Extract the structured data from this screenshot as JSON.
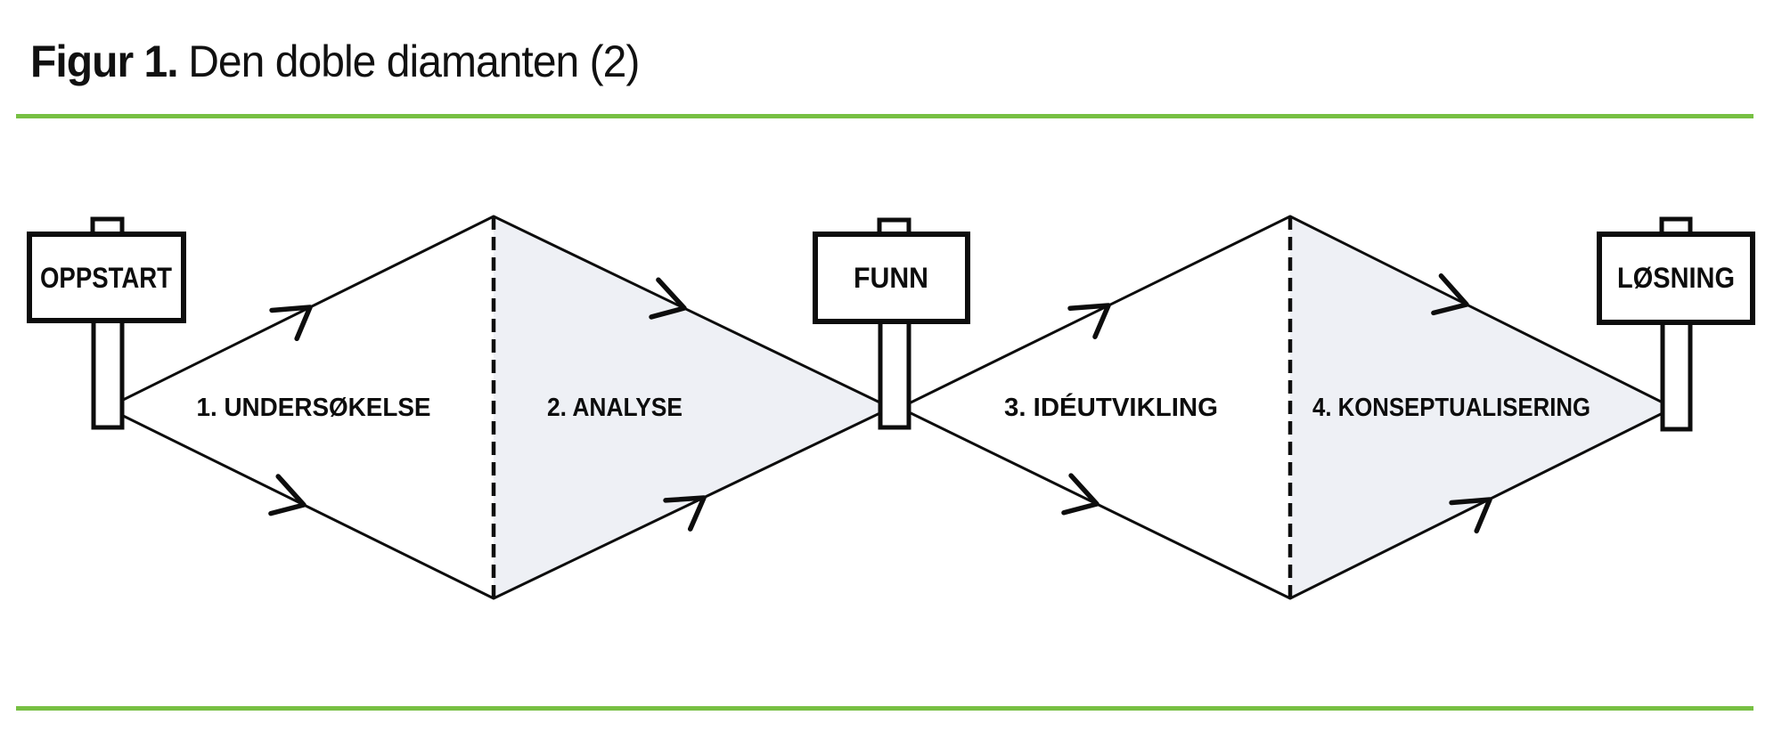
{
  "title": {
    "prefix": "Figur 1.",
    "text": "Den doble diamanten (2)"
  },
  "colors": {
    "accent_green": "#77c043",
    "diamond_fill_gray": "#eef0f5",
    "line_black": "#0d0d0d"
  },
  "signs": [
    {
      "id": "oppstart",
      "label": "OPPSTART"
    },
    {
      "id": "funn",
      "label": "FUNN"
    },
    {
      "id": "losning",
      "label": "LØSNING"
    }
  ],
  "phases": [
    {
      "label": "1. UNDERSØKELSE"
    },
    {
      "label": "2. ANALYSE"
    },
    {
      "label": "3. IDÉUTVIKLING"
    },
    {
      "label": "4. KONSEPTUALISERING"
    }
  ]
}
